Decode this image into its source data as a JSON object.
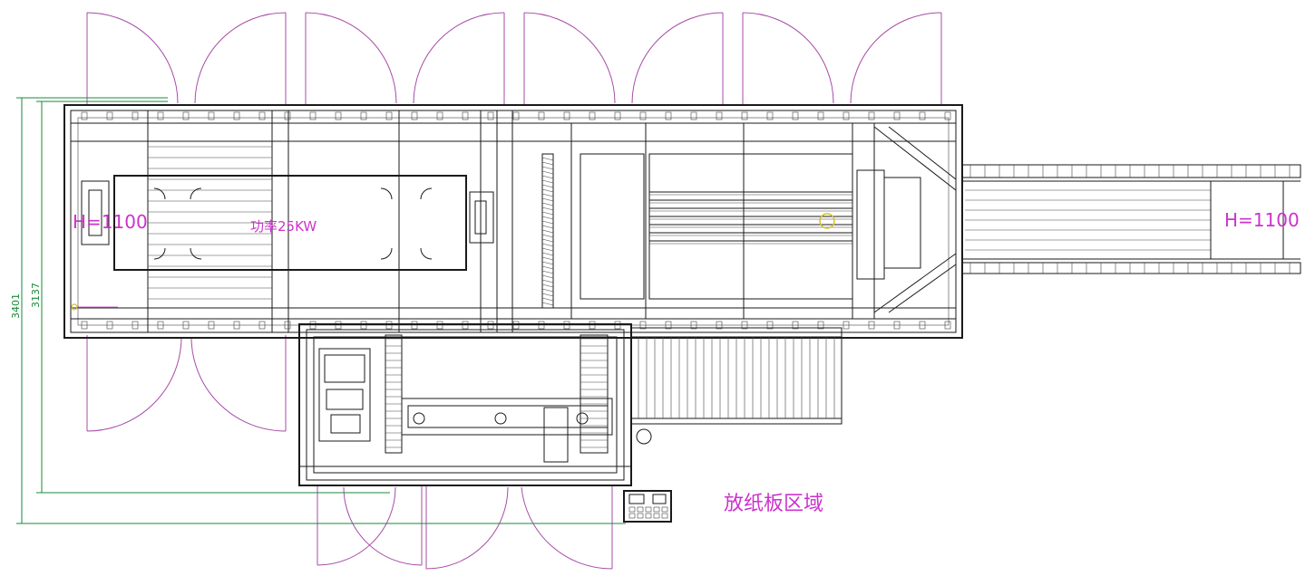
{
  "drawing": {
    "dimensions": {
      "outer": "3401",
      "inner": "3137"
    },
    "labels": {
      "height_left": "H=1100",
      "height_right": "H=1100",
      "power": "功率25KW",
      "pallet_area": "放纸板区域"
    },
    "colors": {
      "line": "#1a1a1a",
      "door_swing": "#a64ca6",
      "dimension": "#1a8a3a",
      "annotation": "#cc33cc",
      "marker": "#d4c030"
    }
  }
}
